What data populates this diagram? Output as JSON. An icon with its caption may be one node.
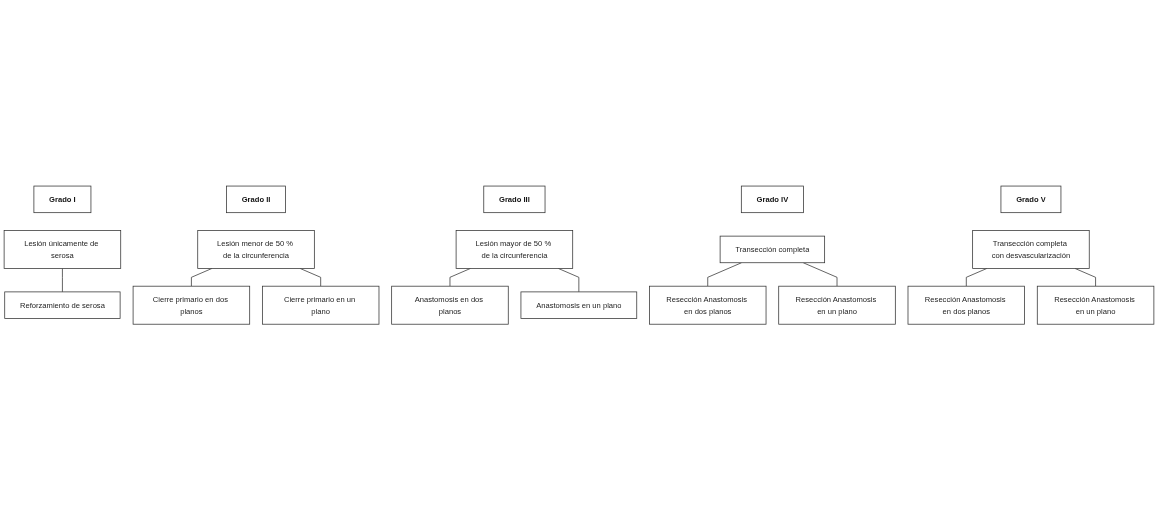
{
  "diagram": {
    "nodes": [
      {
        "text": [
          "Grado I"
        ]
      },
      {
        "text": [
          "Grado II"
        ]
      },
      {
        "text": [
          "Grado III"
        ]
      },
      {
        "text": [
          "Grado IV"
        ]
      },
      {
        "text": [
          "Grado V"
        ]
      },
      {
        "text": [
          "Lesión únicamente de serosa"
        ]
      },
      {
        "text": [
          "Lesión menor de 50 % de la circunferencia"
        ]
      },
      {
        "text": [
          "Lesión mayor de 50 % de la circunferencia"
        ]
      },
      {
        "text": [
          "Transección completa"
        ]
      },
      {
        "text": [
          "Transección completa con desvascularización"
        ]
      },
      {
        "text": [
          "Reforzamiento de serosa"
        ]
      },
      {
        "text": [
          "Cierre primario en dos planos"
        ]
      },
      {
        "text": [
          "Cierre primario en un plano"
        ]
      },
      {
        "text": [
          "Anastomosis en dos planos"
        ]
      },
      {
        "text": [
          "Anastomosis en un plano"
        ]
      },
      {
        "text": [
          "Resección Anastomosis en dos planos"
        ]
      },
      {
        "text": [
          "Resección Anastomosis en un plano"
        ]
      },
      {
        "text": [
          "Resección Anastomosis en dos planos"
        ]
      },
      {
        "text": [
          "Resección Anastomosis en un plano"
        ]
      }
    ],
    "edges": [
      {
        "from": 5,
        "to": 10,
        "arrow": "none"
      },
      {
        "from": 6,
        "to": 11,
        "arrow": "none"
      },
      {
        "from": 6,
        "to": 12,
        "arrow": "none"
      },
      {
        "from": 7,
        "to": 13,
        "arrow": "none"
      },
      {
        "from": 7,
        "to": 14,
        "arrow": "none"
      },
      {
        "from": 8,
        "to": 15,
        "arrow": "none"
      },
      {
        "from": 8,
        "to": 16,
        "arrow": "none"
      },
      {
        "from": 9,
        "to": 17,
        "arrow": "none"
      },
      {
        "from": 9,
        "to": 18,
        "arrow": "none"
      }
    ]
  }
}
